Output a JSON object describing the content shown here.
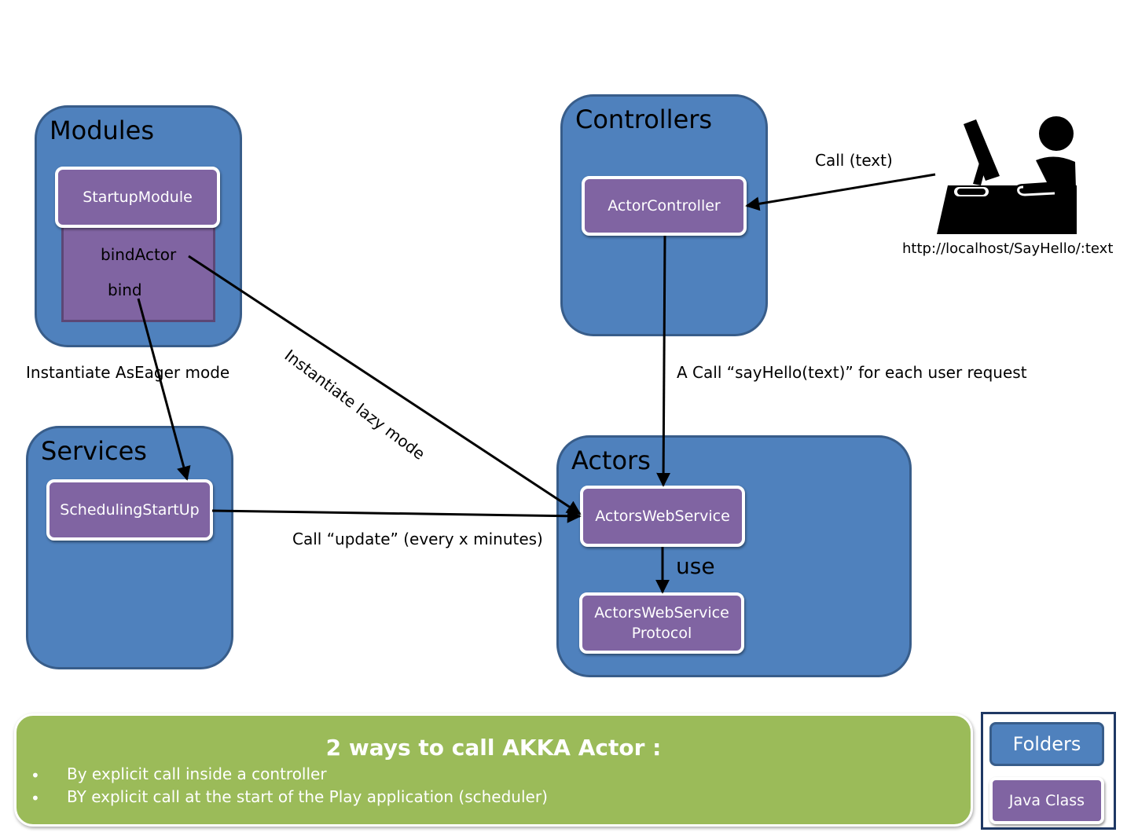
{
  "folders": {
    "modules": "Modules",
    "controllers": "Controllers",
    "services": "Services",
    "actors": "Actors"
  },
  "classes": {
    "startup_module": "StartupModule",
    "bind_actor": "bindActor",
    "bind": "bind",
    "actor_controller": "ActorController",
    "scheduling_startup": "SchedulingStartUp",
    "actors_web_service": "ActorsWebService",
    "actors_web_service_protocol_line1": "ActorsWebService",
    "actors_web_service_protocol_line2": "Protocol"
  },
  "edges": {
    "call_text": "Call (text)",
    "url": "http://localhost/SayHello/:text",
    "instantiate_eager": "Instantiate AsEager mode",
    "instantiate_lazy": "Instantiate lazy mode",
    "say_hello": "A Call “sayHello(text)” for each user request",
    "call_update": "Call “update”  (every x minutes)",
    "use": "use"
  },
  "summary": {
    "title": "2 ways to call AKKA Actor :",
    "bullets": [
      "By explicit call inside a controller",
      "BY explicit call at the start of the Play application (scheduler)"
    ]
  },
  "legend": {
    "folders": "Folders",
    "java_class": "Java Class"
  },
  "icons": {
    "user": "user-at-computer-icon"
  },
  "colors": {
    "folder": "#4f81bd",
    "class": "#8064a2",
    "summary": "#9bbb59"
  }
}
